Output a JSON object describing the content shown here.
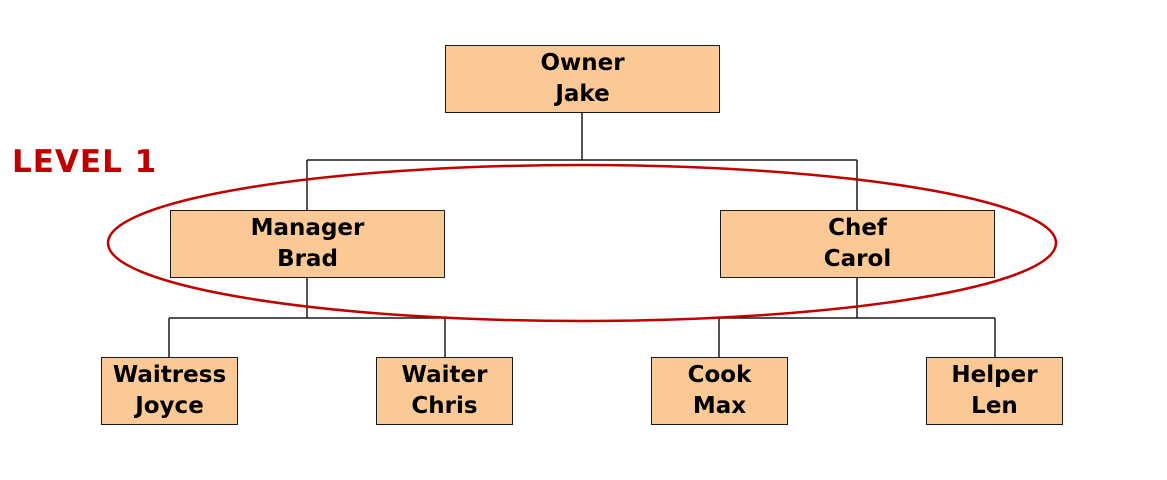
{
  "level_label": "LEVEL 1",
  "colors": {
    "box_fill": "#FBC995",
    "box_border": "#1a1a1a",
    "line": "#1a1a1a",
    "highlight": "#C00000"
  },
  "nodes": {
    "owner": {
      "role": "Owner",
      "name": "Jake"
    },
    "manager": {
      "role": "Manager",
      "name": "Brad"
    },
    "chef": {
      "role": "Chef",
      "name": "Carol"
    },
    "waitress": {
      "role": "Waitress",
      "name": "Joyce"
    },
    "waiter": {
      "role": "Waiter",
      "name": "Chris"
    },
    "cook": {
      "role": "Cook",
      "name": "Max"
    },
    "helper": {
      "role": "Helper",
      "name": "Len"
    }
  },
  "edges": [
    [
      "owner",
      "manager"
    ],
    [
      "owner",
      "chef"
    ],
    [
      "manager",
      "waitress"
    ],
    [
      "manager",
      "waiter"
    ],
    [
      "chef",
      "cook"
    ],
    [
      "chef",
      "helper"
    ]
  ],
  "highlight": {
    "encircles": [
      "manager",
      "chef"
    ],
    "label": "LEVEL 1"
  }
}
